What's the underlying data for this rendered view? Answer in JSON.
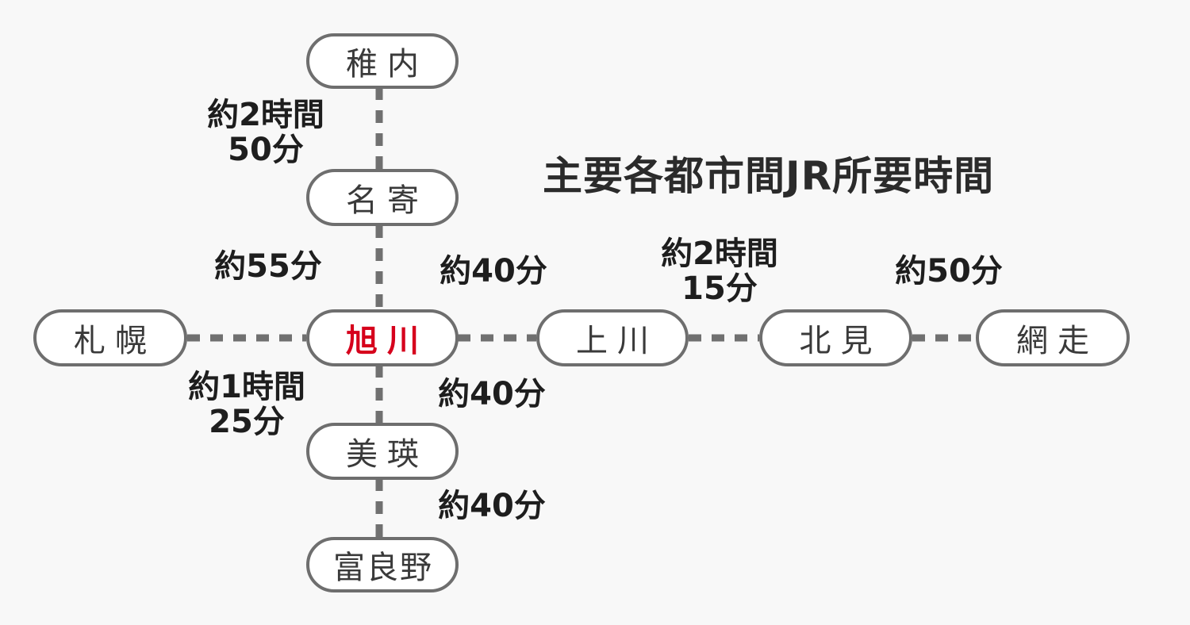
{
  "title": "主要各都市間JR所要時間",
  "stations": {
    "wakkanai": "稚内",
    "nayoro": "名寄",
    "asahikawa": "旭川",
    "sapporo": "札幌",
    "kamikawa": "上川",
    "kitami": "北見",
    "abashiri": "網走",
    "biei": "美瑛",
    "furano": "富良野"
  },
  "times": {
    "wakkanai_nayoro": {
      "line1": "約2時間",
      "line2": "50分"
    },
    "nayoro_asahikawa": "約55分",
    "asahikawa_kamikawa": "約40分",
    "kamikawa_kitami": {
      "line1": "約2時間",
      "line2": "15分"
    },
    "kitami_abashiri": "約50分",
    "sapporo_asahikawa": {
      "line1": "約1時間",
      "line2": "25分"
    },
    "asahikawa_biei": "約40分",
    "biei_furano": "約40分"
  },
  "colors": {
    "hub_text": "#d6001c",
    "station_border": "#6e6e6e",
    "connector": "#707070"
  }
}
